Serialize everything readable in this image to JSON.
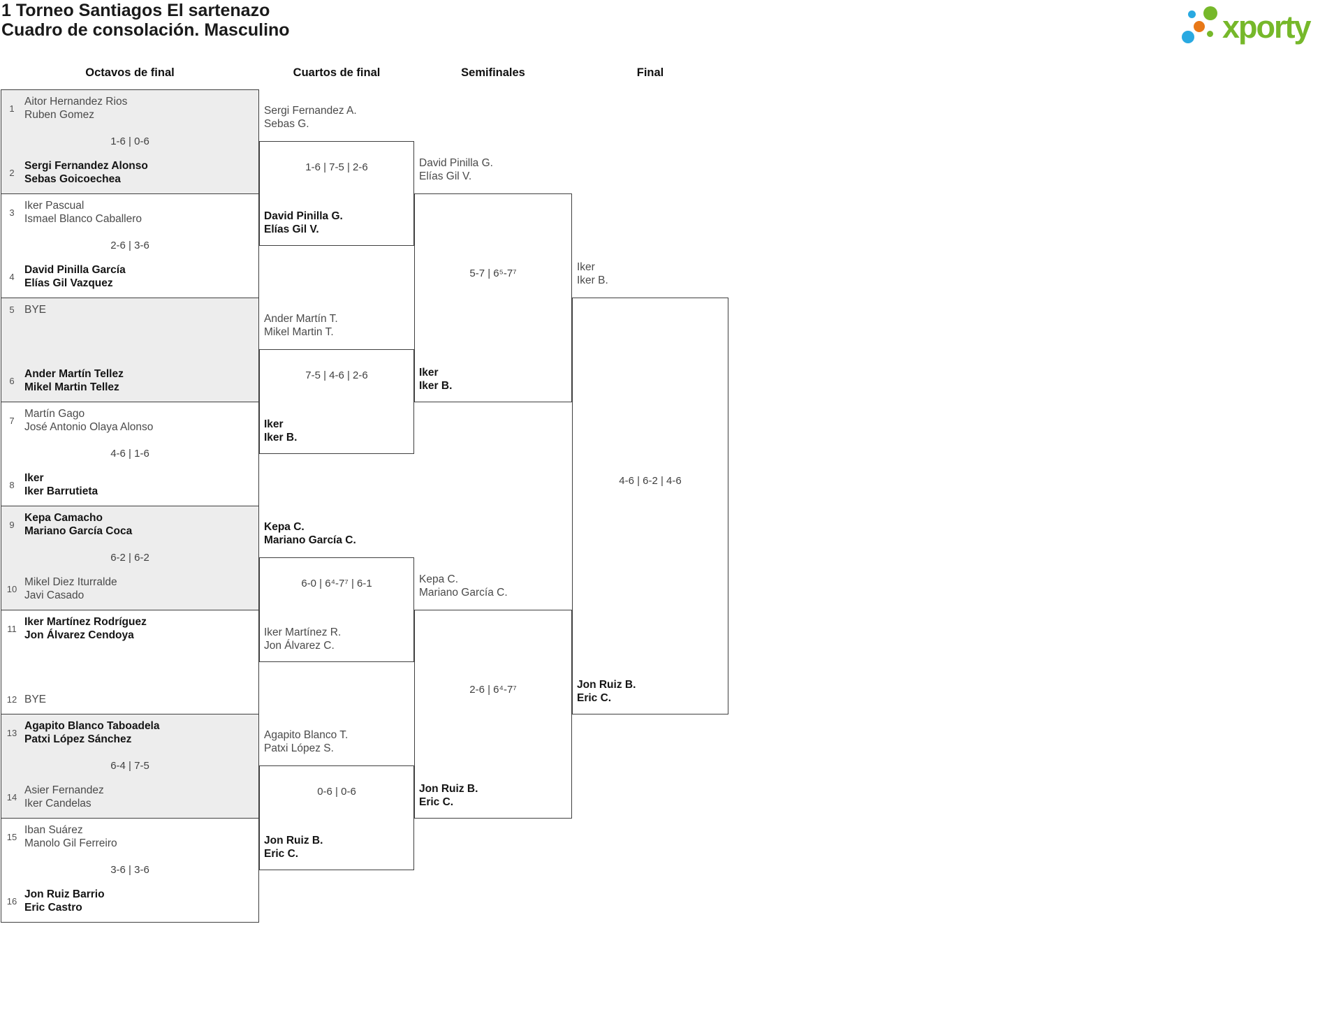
{
  "title": {
    "line1": "1 Torneo Santiagos El sartenazo",
    "line2": "Cuadro de consolación. Masculino"
  },
  "logo": {
    "word": "xporty",
    "green": "#76b82a",
    "blue": "#29a9e1",
    "orange": "#e87817"
  },
  "round_headers": [
    {
      "label": "Octavos de final"
    },
    {
      "label": "Cuartos de final"
    },
    {
      "label": "Semifinales"
    },
    {
      "label": "Final"
    }
  ],
  "octavos": {
    "matches": [
      {
        "score": "1-6 | 0-6",
        "top": {
          "seed": "1",
          "name1": "Aitor Hernandez Rios",
          "name2": "Ruben Gomez",
          "winner": false
        },
        "bottom": {
          "seed": "2",
          "name1": "Sergi Fernandez Alonso",
          "name2": "Sebas Goicoechea",
          "winner": true
        }
      },
      {
        "score": "2-6 | 3-6",
        "top": {
          "seed": "3",
          "name1": "Iker Pascual",
          "name2": "Ismael Blanco Caballero",
          "winner": false
        },
        "bottom": {
          "seed": "4",
          "name1": "David Pinilla García",
          "name2": "Elías Gil Vazquez",
          "winner": true
        }
      },
      {
        "score": "",
        "top": {
          "seed": "5",
          "name1": "BYE",
          "name2": "",
          "winner": false
        },
        "bottom": {
          "seed": "6",
          "name1": "Ander Martín Tellez",
          "name2": "Mikel Martin Tellez",
          "winner": true
        }
      },
      {
        "score": "4-6 | 1-6",
        "top": {
          "seed": "7",
          "name1": "Martín Gago",
          "name2": "José Antonio Olaya Alonso",
          "winner": false
        },
        "bottom": {
          "seed": "8",
          "name1": "Iker",
          "name2": "Iker Barrutieta",
          "winner": true
        }
      },
      {
        "score": "6-2 | 6-2",
        "top": {
          "seed": "9",
          "name1": "Kepa Camacho",
          "name2": "Mariano García Coca",
          "winner": true
        },
        "bottom": {
          "seed": "10",
          "name1": "Mikel Diez Iturralde",
          "name2": "Javi Casado",
          "winner": false
        }
      },
      {
        "score": "",
        "top": {
          "seed": "11",
          "name1": "Iker Martínez Rodríguez",
          "name2": "Jon Álvarez Cendoya",
          "winner": true
        },
        "bottom": {
          "seed": "12",
          "name1": "BYE",
          "name2": "",
          "winner": false
        }
      },
      {
        "score": "6-4 | 7-5",
        "top": {
          "seed": "13",
          "name1": "Agapito Blanco Taboadela",
          "name2": "Patxi López Sánchez",
          "winner": true
        },
        "bottom": {
          "seed": "14",
          "name1": "Asier Fernandez",
          "name2": "Iker Candelas",
          "winner": false
        }
      },
      {
        "score": "3-6 | 3-6",
        "top": {
          "seed": "15",
          "name1": "Iban Suárez",
          "name2": "Manolo Gil Ferreiro",
          "winner": false
        },
        "bottom": {
          "seed": "16",
          "name1": "Jon Ruiz Barrio",
          "name2": "Eric Castro",
          "winner": true
        }
      }
    ]
  },
  "cuartos": {
    "matches": [
      {
        "score": "1-6 | 7-5 | 2-6",
        "top": {
          "name1": "Sergi Fernandez A.",
          "name2": "Sebas G.",
          "winner": false
        },
        "bottom": {
          "name1": "David Pinilla G.",
          "name2": "Elías Gil V.",
          "winner": true
        }
      },
      {
        "score": "7-5 | 4-6 | 2-6",
        "top": {
          "name1": "Ander Martín T.",
          "name2": "Mikel Martin T.",
          "winner": false
        },
        "bottom": {
          "name1": "Iker",
          "name2": "Iker B.",
          "winner": true
        }
      },
      {
        "score": "6-0 | 6⁴-7⁷ | 6-1",
        "top": {
          "name1": "Kepa C.",
          "name2": "Mariano García C.",
          "winner": true
        },
        "bottom": {
          "name1": "Iker Martínez R.",
          "name2": "Jon Álvarez C.",
          "winner": false
        }
      },
      {
        "score": "0-6 | 0-6",
        "top": {
          "name1": "Agapito Blanco T.",
          "name2": "Patxi López S.",
          "winner": false
        },
        "bottom": {
          "name1": "Jon Ruiz B.",
          "name2": "Eric C.",
          "winner": true
        }
      }
    ]
  },
  "semifinales": {
    "matches": [
      {
        "score": "5-7 | 6⁵-7⁷",
        "top": {
          "name1": "David Pinilla G.",
          "name2": "Elías Gil V.",
          "winner": false
        },
        "bottom": {
          "name1": "Iker",
          "name2": "Iker B.",
          "winner": true
        }
      },
      {
        "score": "2-6 | 6⁴-7⁷",
        "top": {
          "name1": "Kepa C.",
          "name2": "Mariano García C.",
          "winner": false
        },
        "bottom": {
          "name1": "Jon Ruiz B.",
          "name2": "Eric C.",
          "winner": true
        }
      }
    ]
  },
  "final": {
    "matches": [
      {
        "score": "4-6 | 6-2 | 4-6",
        "top": {
          "name1": "Iker",
          "name2": "Iker B.",
          "winner": false
        },
        "bottom": {
          "name1": "Jon Ruiz B.",
          "name2": "Eric C.",
          "winner": true
        }
      }
    ]
  }
}
